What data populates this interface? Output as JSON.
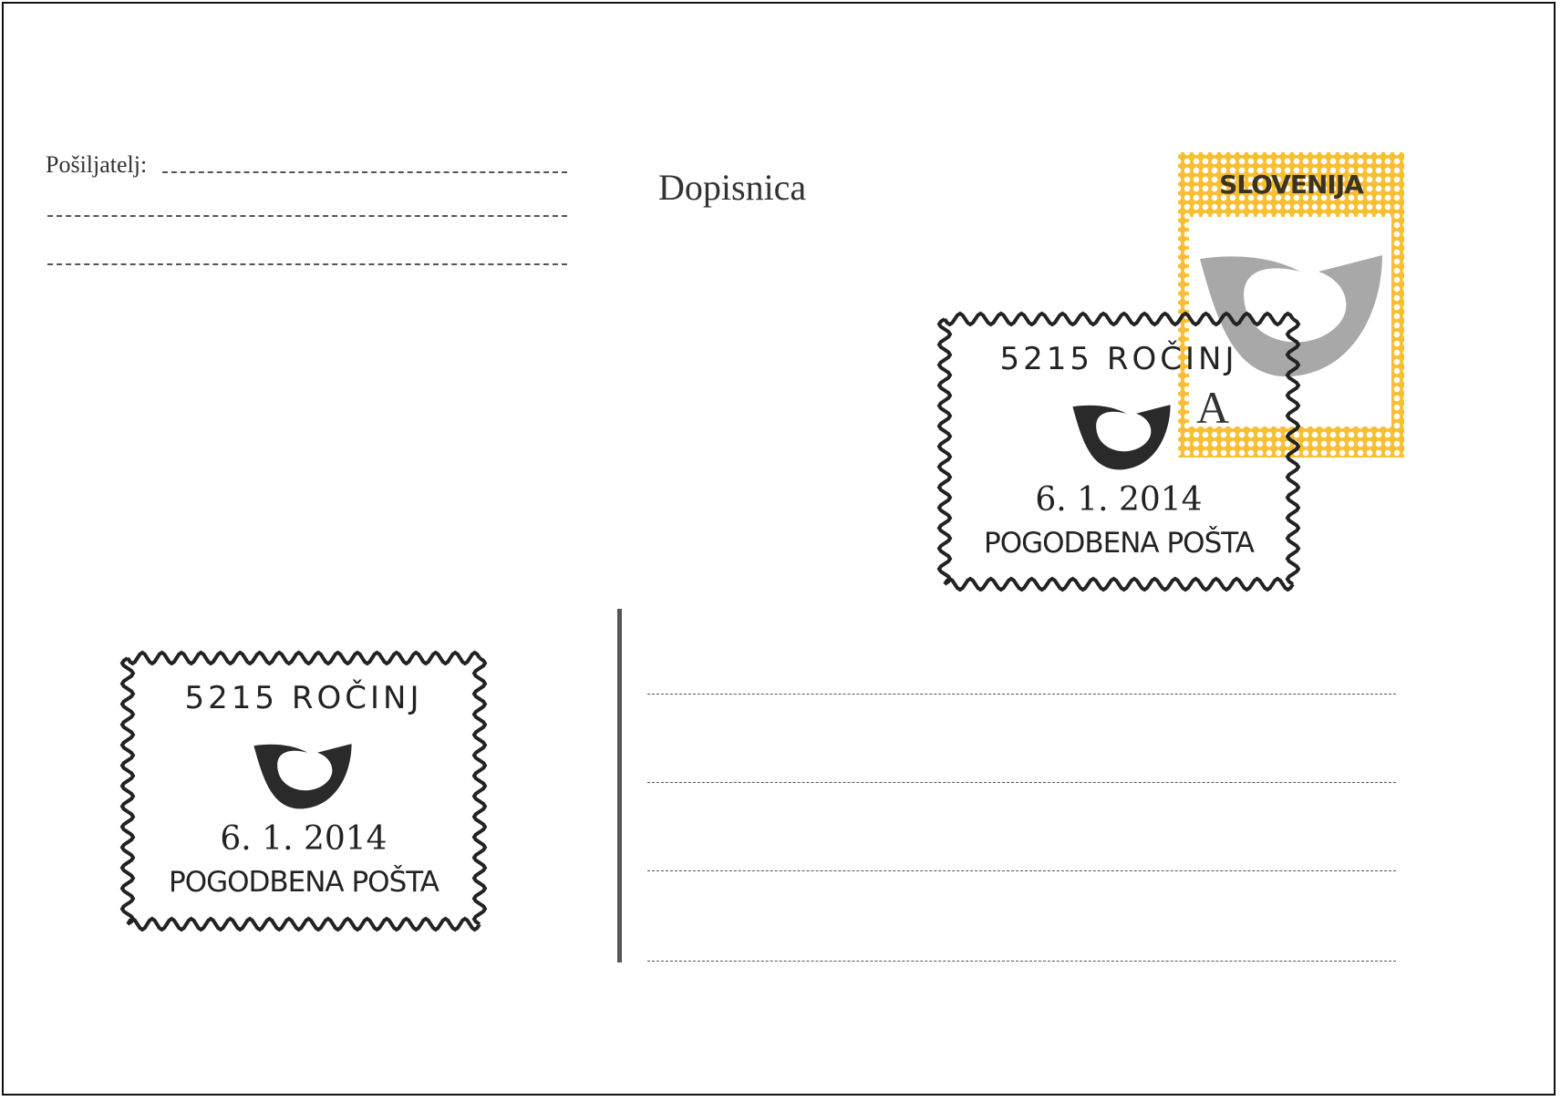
{
  "card": {
    "title": "Dopisnica",
    "sender_label": "Pošiljatelj:"
  },
  "stamp": {
    "country": "SLOVENIJA",
    "value": "A",
    "colors": {
      "frame": "#f8bf33",
      "horn": "#a8a8a8",
      "text": "#3b3420"
    }
  },
  "postmarks": [
    {
      "town": "5215 ROČINJ",
      "date": "6. 1. 2014",
      "office": "POGODBENA POŠTA"
    },
    {
      "town": "5215 ROČINJ",
      "date": "6. 1. 2014",
      "office": "POGODBENA POŠTA"
    }
  ],
  "icons": {
    "post_horn": "post-horn-icon"
  }
}
